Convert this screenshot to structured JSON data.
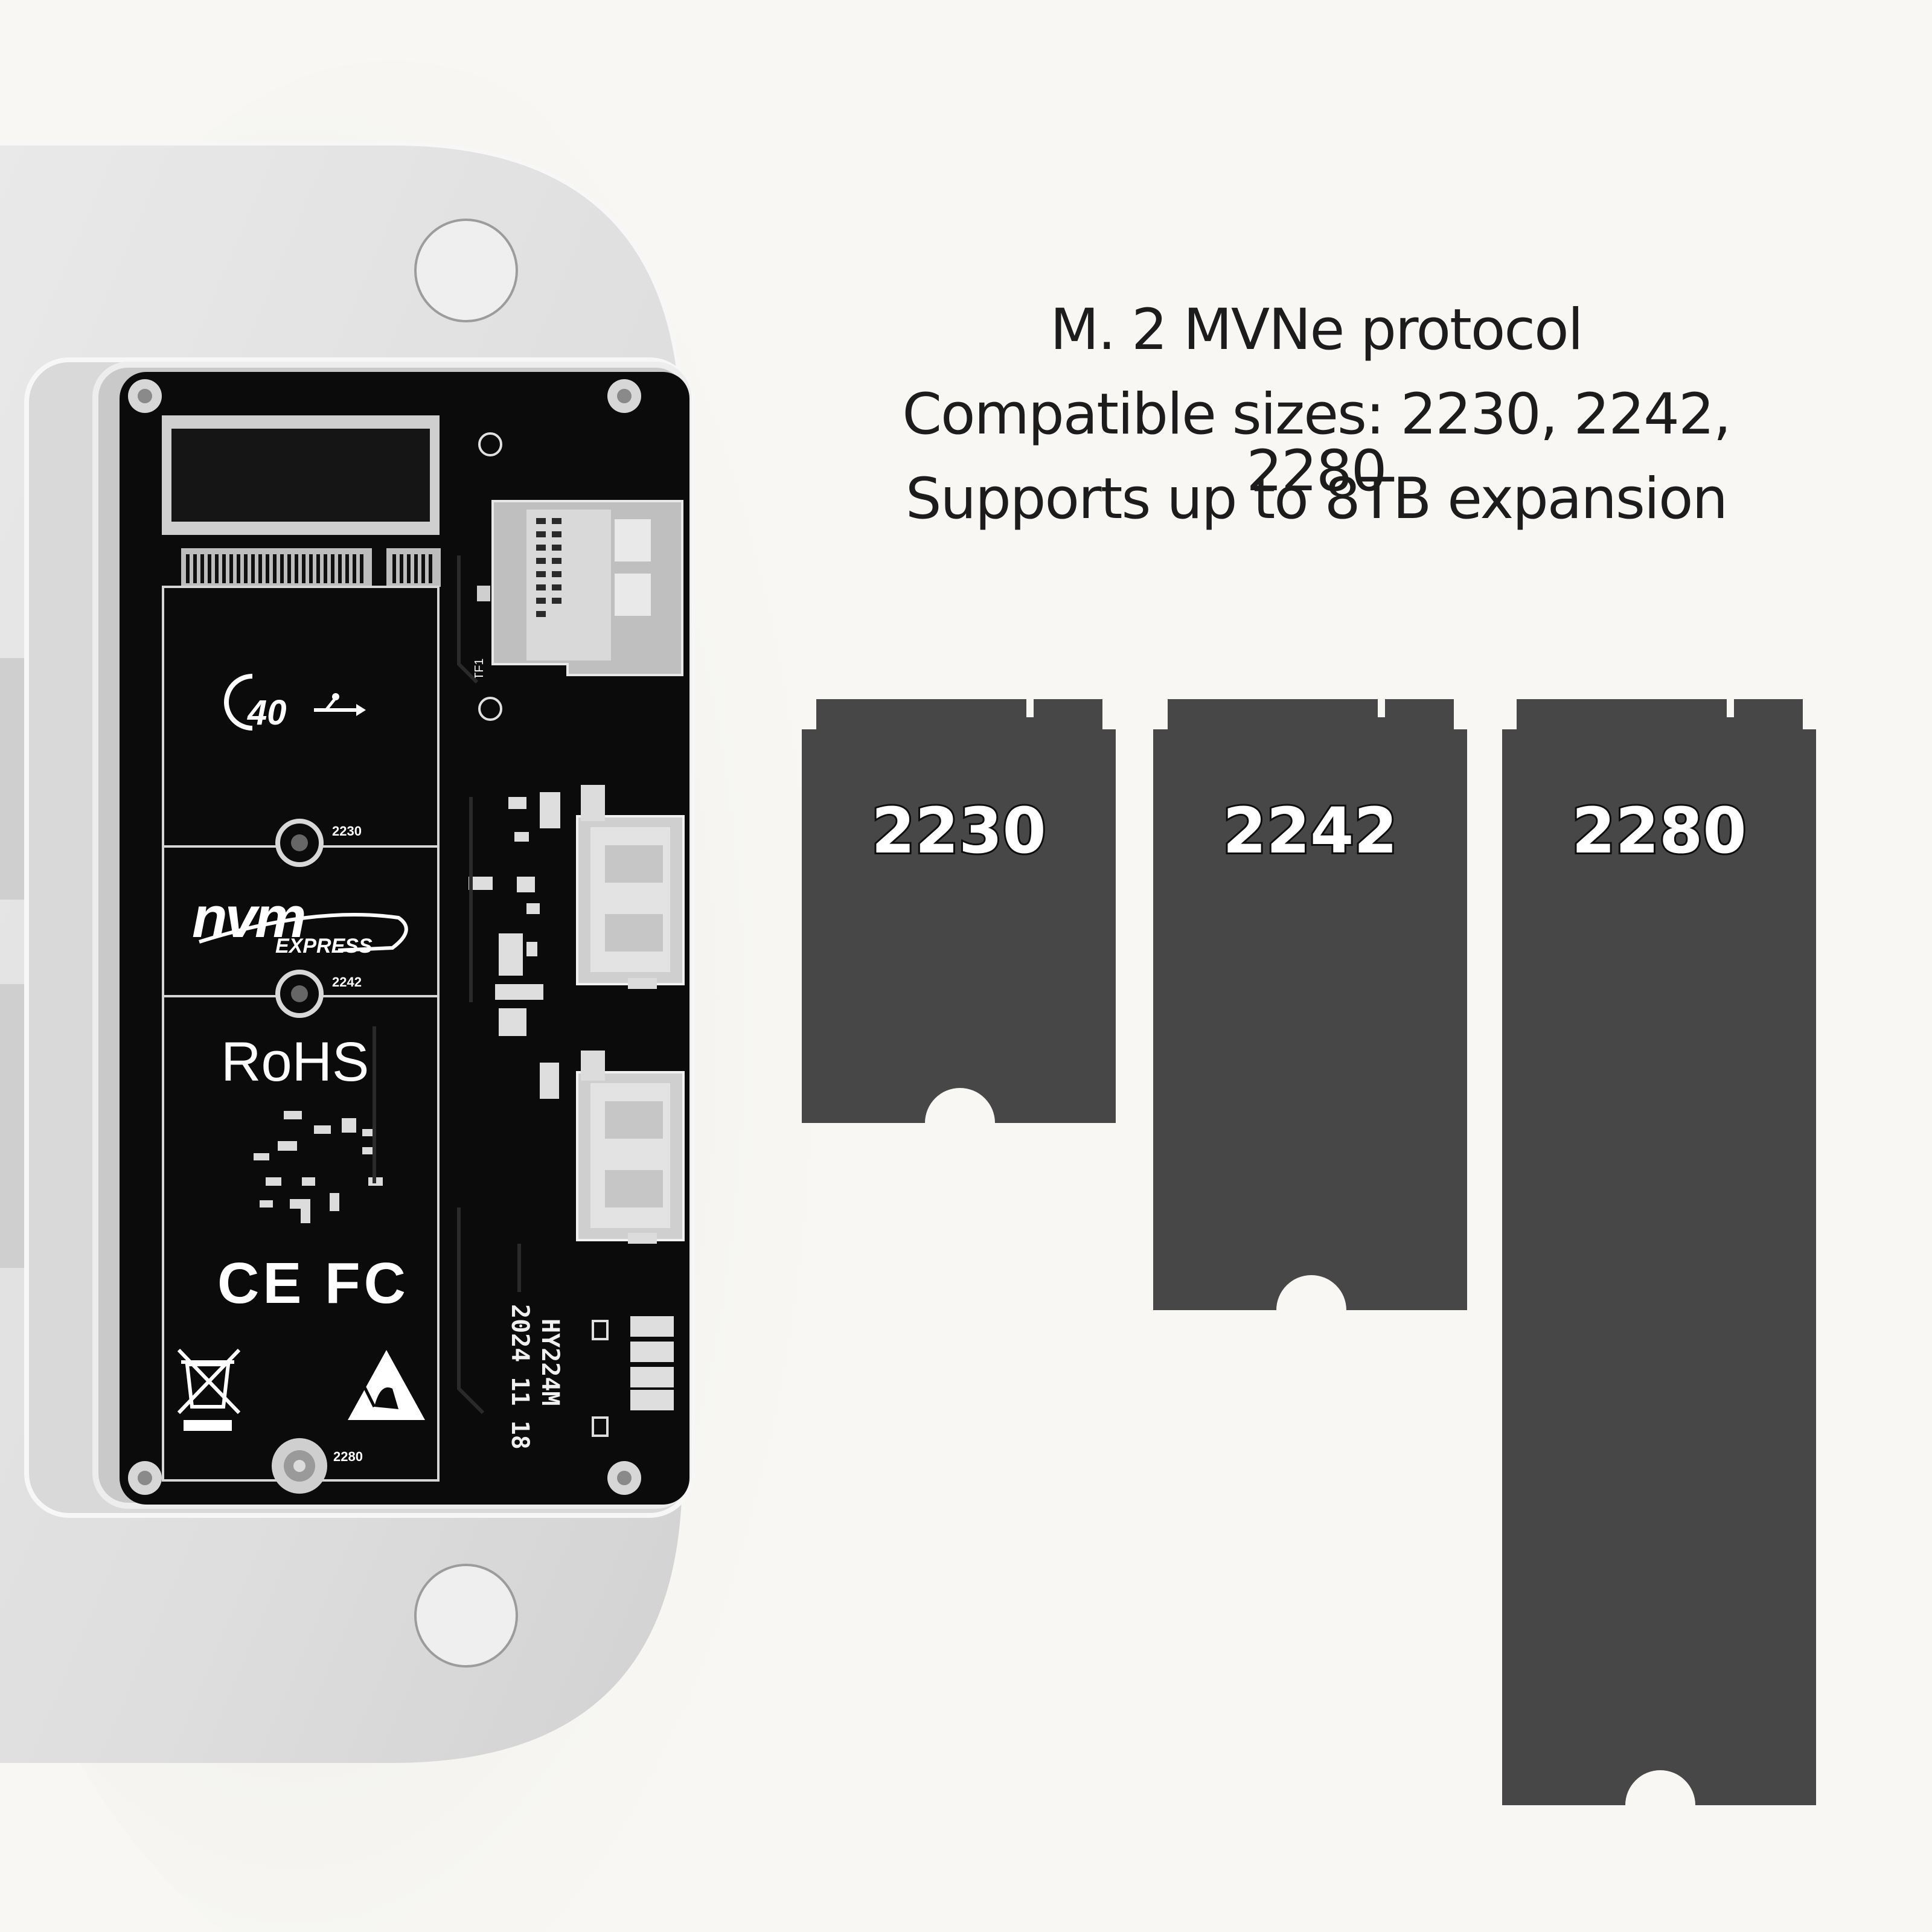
{
  "headline": {
    "line1": "M. 2 MVNe protocol",
    "line2": "Compatible sizes: 2230, 2242, 2280",
    "line3": "Supports up to 8TB expansion"
  },
  "ssd_cards": [
    {
      "label": "2230"
    },
    {
      "label": "2242"
    },
    {
      "label": "2280"
    }
  ],
  "board": {
    "usb_logo_text": "40",
    "nvm_logo_text": "nvm",
    "express_text": "EXPRESS",
    "rohs_text": "RoHS",
    "cert_text": "CE FC",
    "mount_2230": "2230",
    "mount_2242": "2242",
    "mount_2280": "2280",
    "model_text": "HY224M",
    "date_text": "2024 11 18",
    "slot_label": "TF1"
  },
  "colors": {
    "background": "#f8f7f3",
    "enclosure": "#e2e2e2",
    "pcb": "#0b0b0b",
    "ssd_card": "#474747"
  }
}
